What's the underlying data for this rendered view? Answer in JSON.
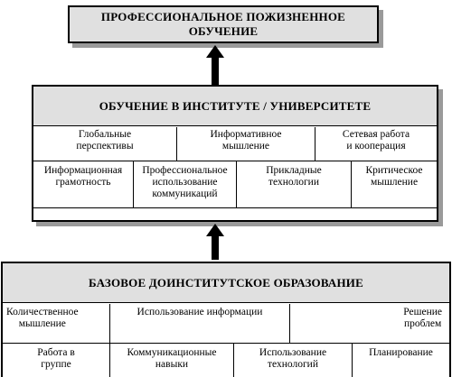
{
  "top": {
    "title": "ПРОФЕССИОНАЛЬНОЕ ПОЖИЗНЕННОЕ ОБУЧЕНИЕ"
  },
  "middle": {
    "title": "ОБУЧЕНИЕ В ИНСТИТУТЕ / УНИВЕРСИТЕТЕ",
    "row1": [
      "Глобальные\nперспективы",
      "Информативное\nмышление",
      "Сетевая работа\nи кооперация"
    ],
    "row2": [
      "Информационная\nграмотность",
      "Профессиональное\nиспользование\nкоммуникаций",
      "Прикладные\nтехнологии",
      "Критическое\nмышление"
    ]
  },
  "bottom": {
    "title": "БАЗОВОЕ ДОИНСТИТУТСКОЕ ОБРАЗОВАНИЕ",
    "row1": [
      "Количественное\nмышление",
      "Использование информации",
      "Решение\nпроблем"
    ],
    "row2": [
      "Работа в\nгруппе",
      "Коммуникационные\nнавыки",
      "Использование\nтехнологий",
      "Планирование"
    ]
  }
}
